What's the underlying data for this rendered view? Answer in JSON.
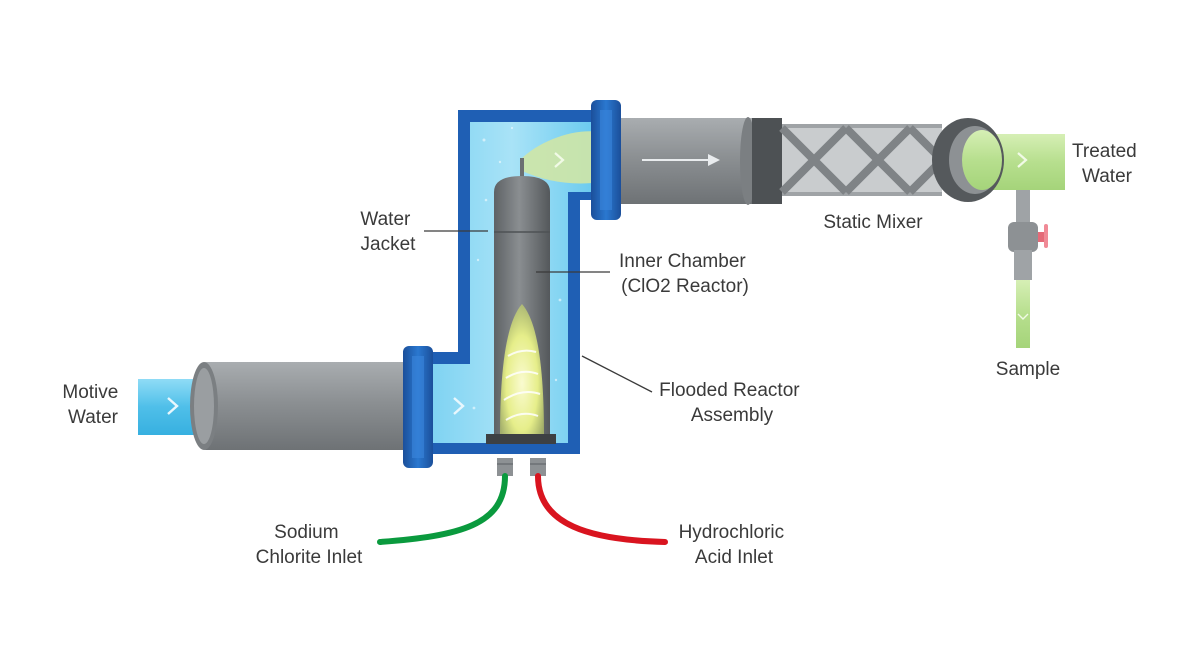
{
  "colors": {
    "pipe_gray": "#8f9396",
    "flange_blue": "#1f5fb4",
    "water_blue": "#5ec6ee",
    "treated_green": "#bfe29a",
    "chlorite_line": "#0a9a3e",
    "acid_line": "#d9141f",
    "reactor_glow": "#e9ef8c",
    "label_text": "#3a3a3a"
  },
  "labels": {
    "motive_water": [
      "Motive",
      "Water"
    ],
    "water_jacket": [
      "Water",
      "Jacket"
    ],
    "inner_chamber": [
      "Inner Chamber",
      "(ClO2 Reactor)"
    ],
    "flooded_reactor": [
      "Flooded Reactor",
      "Assembly"
    ],
    "static_mixer": [
      "Static Mixer"
    ],
    "treated_water": [
      "Treated",
      "Water"
    ],
    "sample": [
      "Sample"
    ],
    "sodium_chlorite": [
      "Sodium",
      "Chlorite Inlet"
    ],
    "hydrochloric_acid": [
      "Hydrochloric",
      "Acid Inlet"
    ]
  },
  "icons": {
    "flow_chevron": "chevron-right-icon",
    "flow_arrow": "arrow-right-icon",
    "sample_valve": "valve-icon"
  }
}
